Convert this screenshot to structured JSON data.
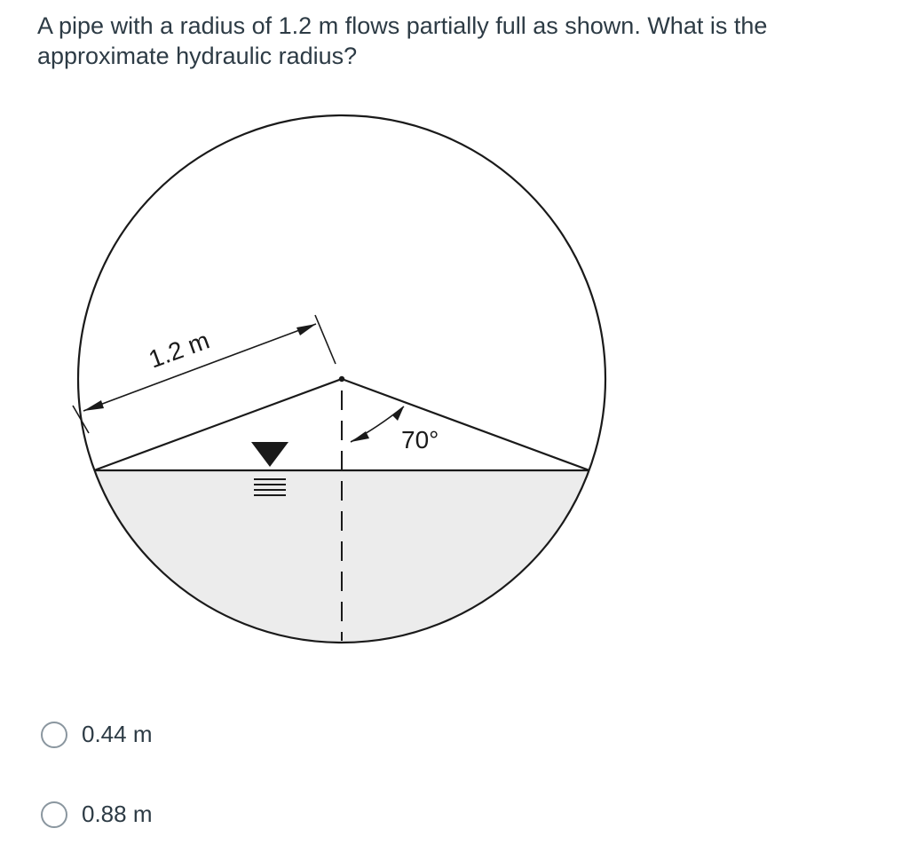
{
  "question": {
    "text": "A pipe with a radius of 1.2 m flows partially full as shown. What is the approximate hydraulic radius?"
  },
  "figure": {
    "radius_label": "1.2 m",
    "angle_label": "70°"
  },
  "options": [
    {
      "label": "0.44 m"
    },
    {
      "label": "0.88 m"
    }
  ]
}
